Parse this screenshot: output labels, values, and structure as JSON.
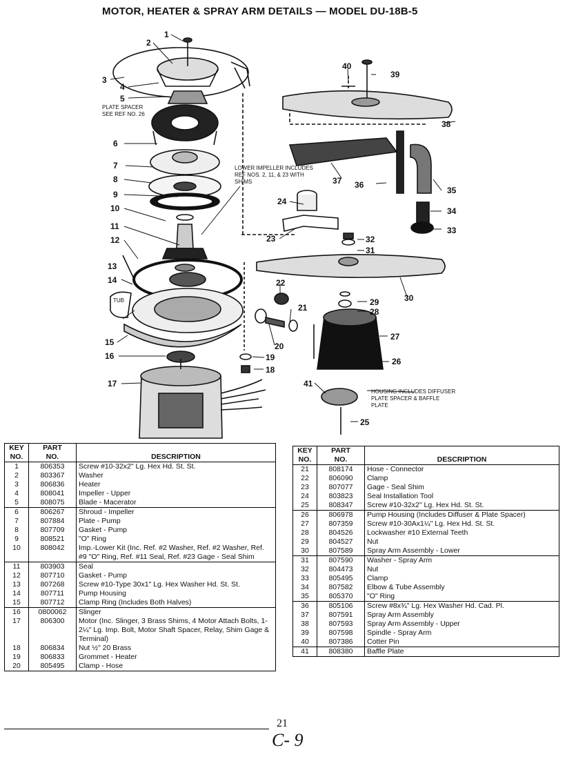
{
  "title": "MOTOR, HEATER & SPRAY ARM DETAILS — MODEL DU-18B-5",
  "diagram": {
    "callouts": [
      "1",
      "2",
      "3",
      "4",
      "5",
      "6",
      "7",
      "8",
      "9",
      "10",
      "11",
      "12",
      "13",
      "14",
      "15",
      "16",
      "17",
      "18",
      "19",
      "20",
      "21",
      "22",
      "23",
      "24",
      "25",
      "26",
      "27",
      "28",
      "29",
      "30",
      "31",
      "32",
      "33",
      "34",
      "35",
      "36",
      "37",
      "38",
      "39",
      "40",
      "41"
    ],
    "notes": {
      "plate_spacer": [
        "PLATE SPACER",
        "SEE REF NO. 26"
      ],
      "lower_impeller": [
        "LOWER IMPELLER INCLUDES",
        "REF NOS. 2, 11, & 23 WITH",
        "SHIMS"
      ],
      "tub": "TUB",
      "housing": [
        "HOUSING INCLUDES DIFFUSER",
        "PLATE SPACER & BAFFLE",
        "PLATE"
      ]
    }
  },
  "table_headers": {
    "key": [
      "KEY",
      "NO."
    ],
    "part": [
      "PART",
      "NO."
    ],
    "desc": "DESCRIPTION"
  },
  "left_rows": [
    {
      "key": "1",
      "part": "806353",
      "desc": "Screw #10-32x2\" Lg. Hex Hd. St. St."
    },
    {
      "key": "2",
      "part": "803367",
      "desc": "Washer"
    },
    {
      "key": "3",
      "part": "806836",
      "desc": "Heater"
    },
    {
      "key": "4",
      "part": "808041",
      "desc": "Impeller - Upper"
    },
    {
      "key": "5",
      "part": "808075",
      "desc": "Blade - Macerator"
    },
    {
      "key": "6",
      "part": "806267",
      "desc": "Shroud - Impeller"
    },
    {
      "key": "7",
      "part": "807884",
      "desc": "Plate - Pump"
    },
    {
      "key": "8",
      "part": "807709",
      "desc": "Gasket - Pump"
    },
    {
      "key": "9",
      "part": "808521",
      "desc": "\"O\" Ring"
    },
    {
      "key": "10",
      "part": "808042",
      "desc": "Imp.-Lower Kit (Inc. Ref. #2 Washer, Ref. #2 Washer, Ref. #9 \"O\" Ring, Ref. #11 Seal, Ref. #23 Gage - Seal Shim"
    },
    {
      "key": "11",
      "part": "803903",
      "desc": "Seal"
    },
    {
      "key": "12",
      "part": "807710",
      "desc": "Gasket - Pump"
    },
    {
      "key": "13",
      "part": "807268",
      "desc": "Screw #10-Type 30x1\" Lg. Hex Washer Hd. St. St."
    },
    {
      "key": "14",
      "part": "807711",
      "desc": "Pump Housing"
    },
    {
      "key": "15",
      "part": "807712",
      "desc": "Clamp Ring (Includes Both Halves)"
    },
    {
      "key": "16",
      "part": "0800062",
      "desc": "Slinger"
    },
    {
      "key": "17",
      "part": "806300",
      "desc": "Motor (Inc. Slinger, 3 Brass Shims, 4 Motor Attach Bolts, 1-2¼\" Lg. Imp. Bolt, Motor Shaft Spacer, Relay, Shim Gage & Terminal)"
    },
    {
      "key": "18",
      "part": "806834",
      "desc": "Nut ½\" 20 Brass"
    },
    {
      "key": "19",
      "part": "806833",
      "desc": "Grommet - Heater"
    },
    {
      "key": "20",
      "part": "805495",
      "desc": "Clamp - Hose"
    }
  ],
  "right_rows": [
    {
      "key": "21",
      "part": "808174",
      "desc": "Hose - Connector"
    },
    {
      "key": "22",
      "part": "806090",
      "desc": "Clamp"
    },
    {
      "key": "23",
      "part": "807077",
      "desc": "Gage - Seal Shim"
    },
    {
      "key": "24",
      "part": "803823",
      "desc": "Seal Installation Tool"
    },
    {
      "key": "25",
      "part": "808347",
      "desc": "Screw #10-32x2\" Lg. Hex Hd. St. St."
    },
    {
      "key": "26",
      "part": "806978",
      "desc": "Pump Housing (Includes Diffuser & Plate Spacer)"
    },
    {
      "key": "27",
      "part": "807359",
      "desc": "Screw #10-30Ax1¼\" Lg. Hex Hd. St. St."
    },
    {
      "key": "28",
      "part": "804526",
      "desc": "Lockwasher #10 External Teeth"
    },
    {
      "key": "29",
      "part": "804527",
      "desc": "Nut"
    },
    {
      "key": "30",
      "part": "807589",
      "desc": "Spray Arm Assembly - Lower"
    },
    {
      "key": "31",
      "part": "807590",
      "desc": "Washer - Spray Arm"
    },
    {
      "key": "32",
      "part": "804473",
      "desc": "Nut"
    },
    {
      "key": "33",
      "part": "805495",
      "desc": "Clamp"
    },
    {
      "key": "34",
      "part": "807582",
      "desc": "Elbow & Tube Assembly"
    },
    {
      "key": "35",
      "part": "805370",
      "desc": "\"O\" Ring"
    },
    {
      "key": "36",
      "part": "805106",
      "desc": "Screw #8x¾\" Lg. Hex Washer Hd. Cad. Pl."
    },
    {
      "key": "37",
      "part": "807591",
      "desc": "Spray Arm Assembly"
    },
    {
      "key": "38",
      "part": "807593",
      "desc": "Spray Arm Assembly - Upper"
    },
    {
      "key": "39",
      "part": "807598",
      "desc": "Spindle - Spray Arm"
    },
    {
      "key": "40",
      "part": "807386",
      "desc": "Cotter Pin"
    },
    {
      "key": "41",
      "part": "808380",
      "desc": "Baffle Plate"
    }
  ],
  "footer": {
    "page_number": "21",
    "handwritten": "C- 9"
  }
}
